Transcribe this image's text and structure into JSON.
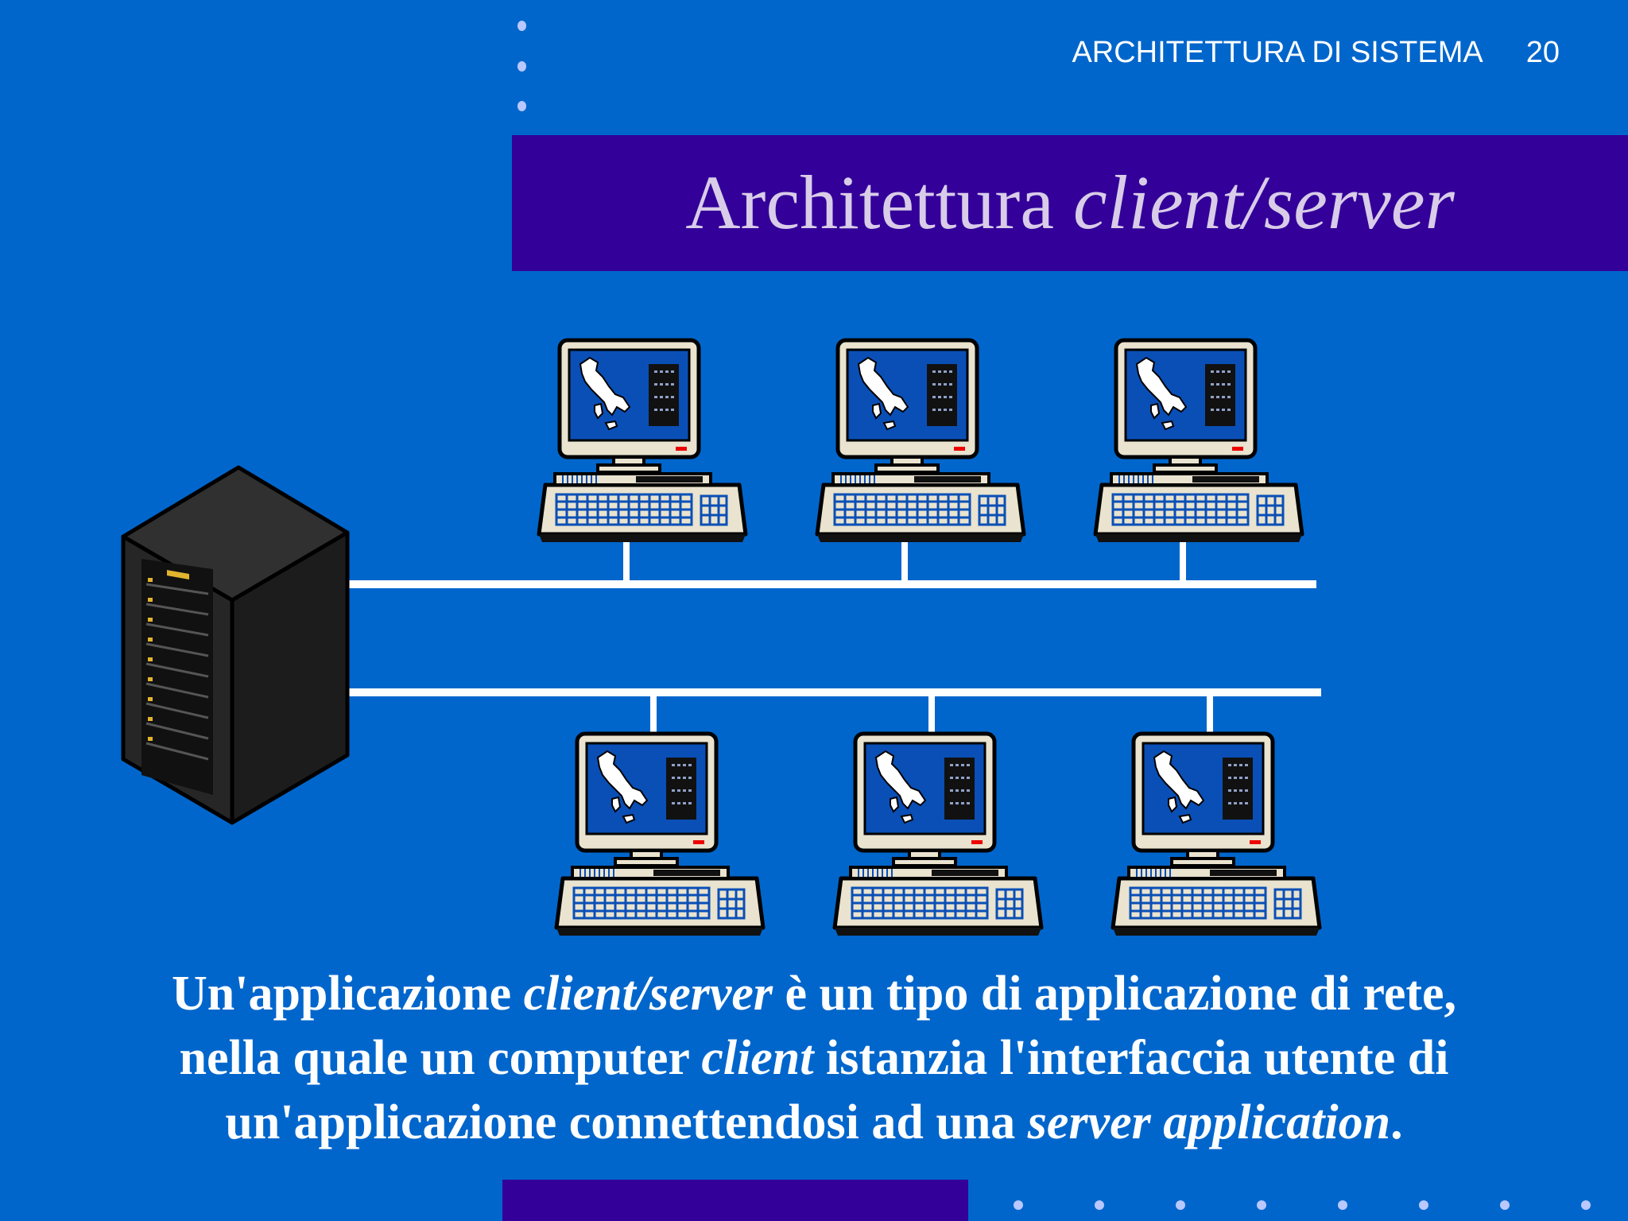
{
  "header": {
    "section": "ARCHITETTURA DI SISTEMA",
    "page_number": "20"
  },
  "title": {
    "plain": "Architettura ",
    "italic": "client/server"
  },
  "caption": {
    "line1": {
      "before": "Un'applicazione ",
      "italic": "client/server",
      "after": " è un tipo di applicazione di rete,"
    },
    "line2": {
      "before": "nella quale un computer ",
      "italic": "client",
      "after": " istanzia l'interfaccia utente di"
    },
    "line3": {
      "before": "un'applicazione connettendosi ad una ",
      "italic": "server application",
      "after": "."
    }
  },
  "diagram": {
    "server_icon": "server-rack-icon",
    "client_icon": "desktop-computer-icon",
    "top_row_clients": 3,
    "bottom_row_clients": 3,
    "network_lines": 2
  },
  "colors": {
    "background": "#0066cc",
    "title_band": "#330099",
    "title_text": "#d8cce8",
    "text": "#ffffff",
    "network_line": "#ffffff",
    "dots": "#b9c8ff"
  }
}
